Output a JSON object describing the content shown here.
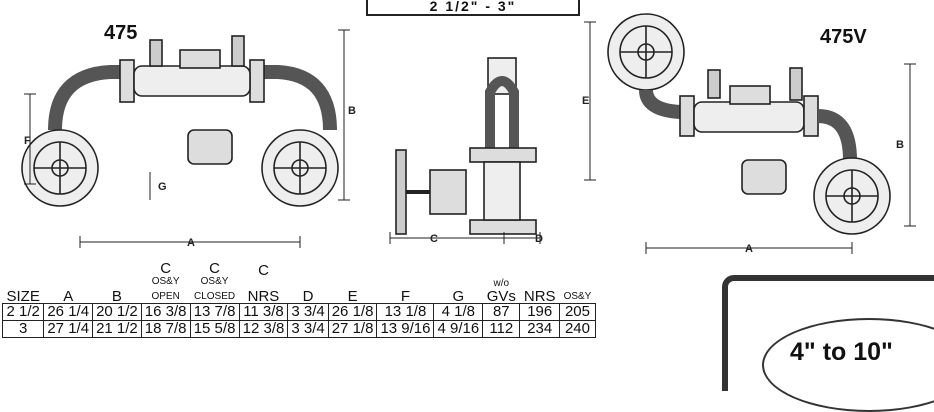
{
  "top_tab": "2 1/2\" - 3\"",
  "models": {
    "left": "475",
    "right": "475V"
  },
  "dimension_labels": {
    "a": "A",
    "b": "B",
    "c": "C",
    "d": "D",
    "e": "E",
    "f": "F",
    "g": "G"
  },
  "table": {
    "headers": [
      {
        "top": "",
        "mid": "",
        "main": "SIZE"
      },
      {
        "top": "",
        "mid": "",
        "main": "A"
      },
      {
        "top": "",
        "mid": "",
        "main": "B"
      },
      {
        "top": "C",
        "mid": "OS&Y",
        "main": "OPEN"
      },
      {
        "top": "C",
        "mid": "OS&Y",
        "main": "CLOSED"
      },
      {
        "top": "C",
        "mid": "",
        "main": "NRS"
      },
      {
        "top": "",
        "mid": "",
        "main": "D"
      },
      {
        "top": "",
        "mid": "",
        "main": "E"
      },
      {
        "top": "",
        "mid": "",
        "main": "F"
      },
      {
        "top": "",
        "mid": "",
        "main": "G"
      },
      {
        "top": "",
        "mid": "w/o",
        "main": "GVs"
      },
      {
        "top": "",
        "mid": "",
        "main": "NRS"
      },
      {
        "top": "",
        "mid": "",
        "main": "OS&Y"
      }
    ],
    "rows": [
      [
        "2 1/2",
        "26 1/4",
        "20 1/2",
        "16 3/8",
        "13 7/8",
        "11 3/8",
        "3 3/4",
        "26 1/8",
        "13 1/8",
        "4 1/8",
        "87",
        "196",
        "205"
      ],
      [
        "3",
        "27 1/4",
        "21 1/2",
        "18 7/8",
        "15 5/8",
        "12 3/8",
        "3 3/4",
        "27 1/8",
        "13 9/16",
        "4 9/16",
        "112",
        "234",
        "240"
      ]
    ]
  },
  "range_label": "4\" to 10\""
}
